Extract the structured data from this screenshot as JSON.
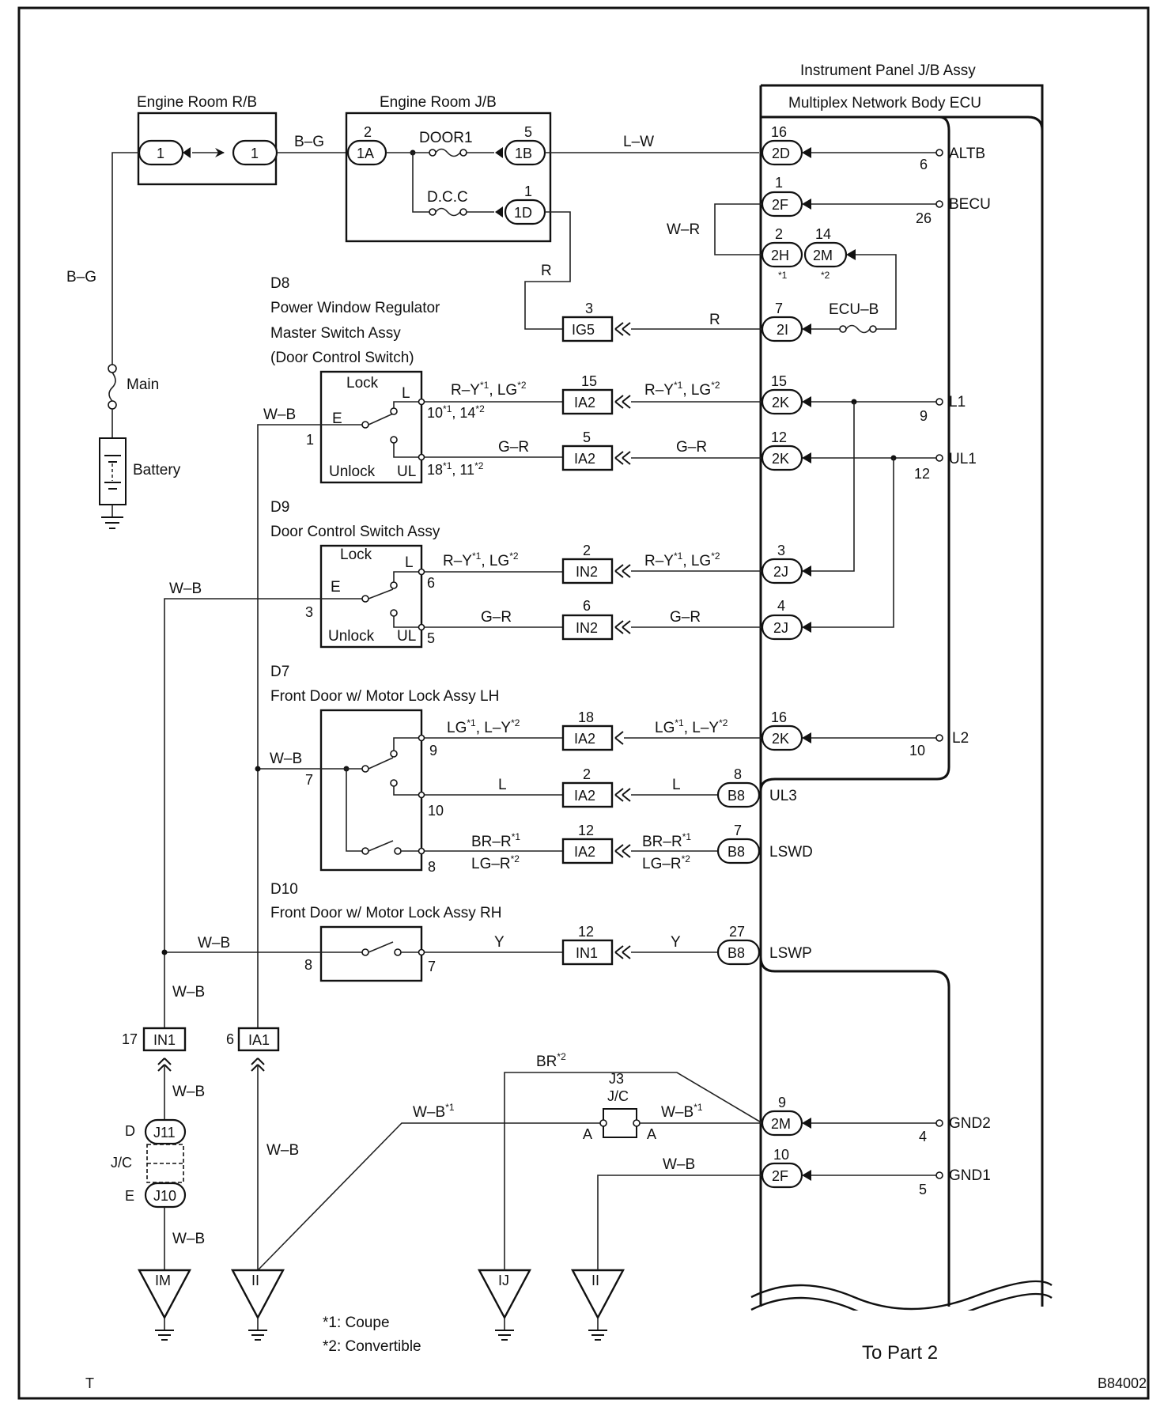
{
  "drawing_id": "B84002",
  "corner_mark": "T",
  "continuation": "To Part 2",
  "notes": [
    "*1: Coupe",
    "*2: Convertible"
  ],
  "components": {
    "engine_room_rb": "Engine Room R/B",
    "engine_room_jb": "Engine Room J/B",
    "instrument_panel_jb": "Instrument Panel J/B Assy",
    "body_ecu": "Multiplex Network Body ECU",
    "battery": "Battery",
    "main_fuse": "Main",
    "fuse_door1": "DOOR1",
    "fuse_dcc": "D.C.C",
    "fuse_ecub": "ECU–B",
    "d8_code": "D8",
    "d8_name": [
      "Power Window Regulator",
      "Master Switch Assy",
      "(Door Control Switch)"
    ],
    "d9_code": "D9",
    "d9_name": "Door Control Switch Assy",
    "d7_code": "D7",
    "d7_name": "Front Door w/ Motor Lock Assy LH",
    "d10_code": "D10",
    "d10_name": "Front Door w/ Motor Lock Assy RH",
    "j3_code": "J3",
    "j3_name": "J/C",
    "jc_label": "J/C",
    "lock": "Lock",
    "unlock": "Unlock"
  },
  "ecu_terminals": [
    "ALTB",
    "BECU",
    "L1",
    "UL1",
    "L2",
    "UL3",
    "LSWD",
    "LSWP",
    "GND2",
    "GND1"
  ],
  "wire_colors": [
    "B–G",
    "L–W",
    "W–R",
    "R",
    "W–B",
    "G–R",
    "L",
    "Y",
    "BR*2",
    "W–B*1",
    "LG*1, L–Y*2",
    "R–Y*1, LG*2",
    "BR–R*1",
    "LG–R*2"
  ],
  "grounds": [
    "IM",
    "II",
    "IJ",
    "II"
  ]
}
